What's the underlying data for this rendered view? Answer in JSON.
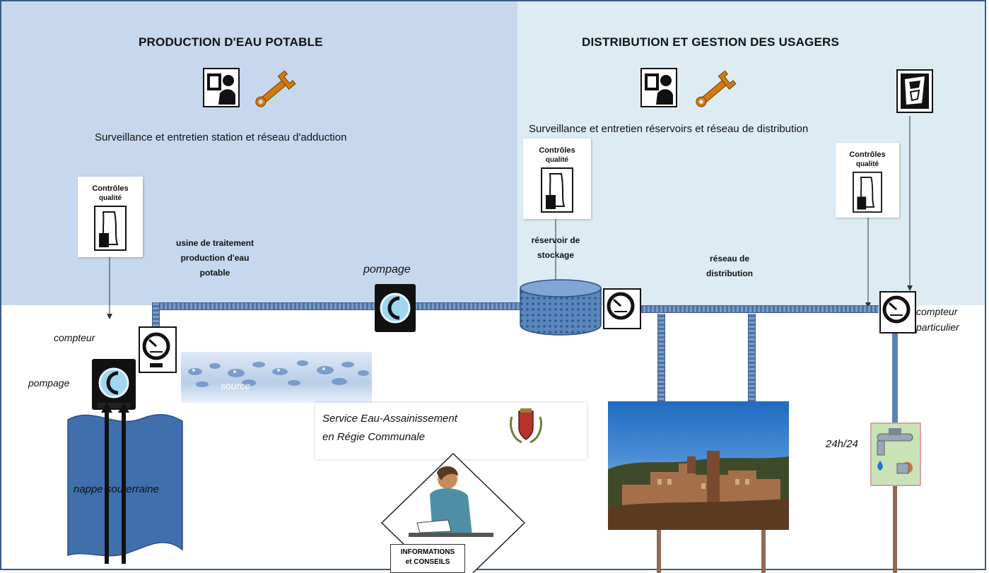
{
  "panels": {
    "production": {
      "title": "PRODUCTION D'EAU POTABLE",
      "description": "Surveillance et entretien station et réseau d'adduction",
      "color": "#c7d8ee"
    },
    "distribution": {
      "title": "DISTRIBUTION ET GESTION DES USAGERS",
      "description": "Surveillance et entretien réservoirs et réseau de distribution",
      "color": "#ddecf3"
    }
  },
  "quality_control": {
    "line1": "Contrôles",
    "line2": "qualité"
  },
  "labels": {
    "usine": [
      "usine de traitement",
      "production d'eau",
      "potable"
    ],
    "pompage_main": "pompage",
    "reservoir": [
      "réservoir de",
      "stockage"
    ],
    "reseau": [
      "réseau de",
      "distribution"
    ],
    "compteur_left": "compteur",
    "pompage_left": "pompage",
    "source": "source",
    "nappe": "nappe souterraine",
    "service": [
      "Service  Eau-Assainissement",
      "en Régie Communale"
    ],
    "info": [
      "INFORMATIONS",
      "et CONSEILS"
    ],
    "compteur_particulier": [
      "compteur",
      "particulier"
    ],
    "availability": "24h/24"
  },
  "colors": {
    "pipe": "#5b82b8",
    "frame": "#3a5a85",
    "tap_frame": "#d8a0a8",
    "tap_bg": "#c9e3b6",
    "wrench": "#d07a10"
  },
  "icons": {
    "technician": "technician-monitor-icon",
    "wrench": "wrench-icon",
    "meter": "meter-gauge-icon",
    "pump": "pump-icon",
    "quality": "quality-control-icon",
    "tap": "water-tap-icon",
    "reading": "meter-reading-icon",
    "crest": "coat-of-arms-icon"
  }
}
